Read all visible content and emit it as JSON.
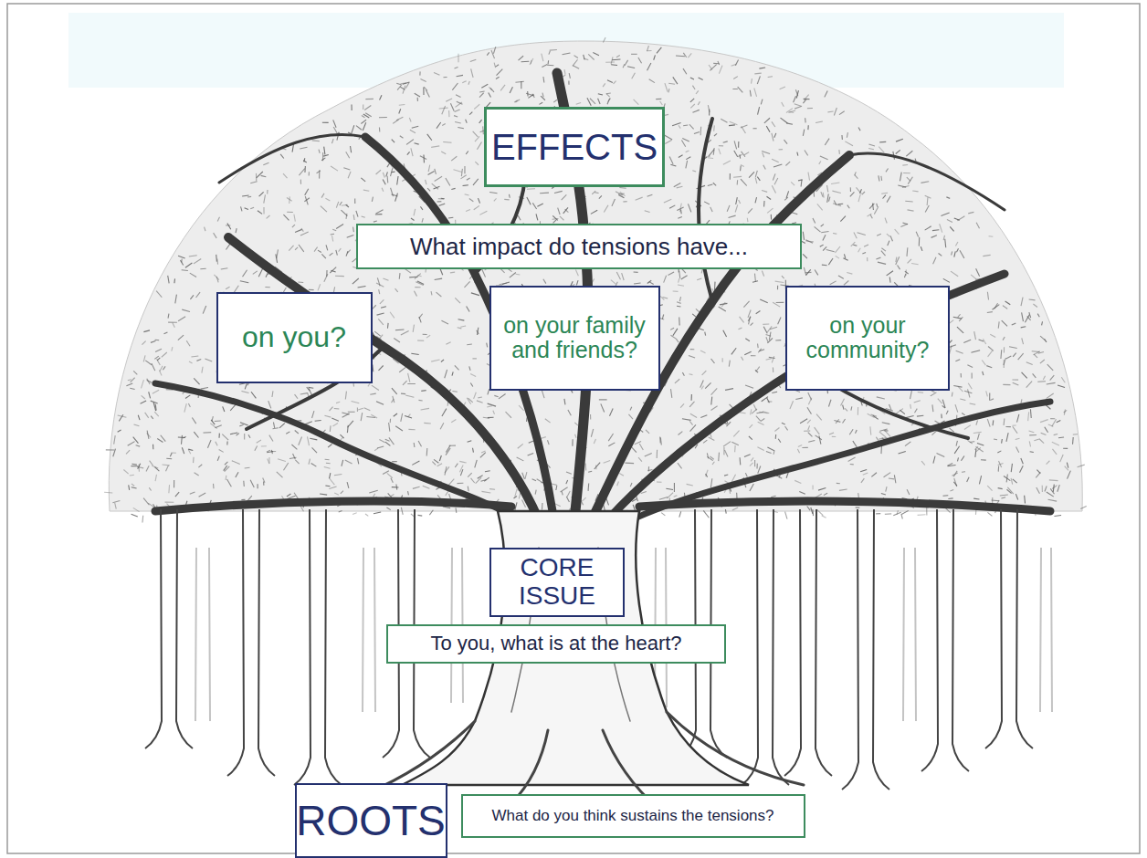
{
  "diagram": {
    "nodes": [
      {
        "text": [
          "EFFECTS"
        ]
      },
      {
        "text": [
          "What impact do tensions have..."
        ]
      },
      {
        "text": [
          "on you?"
        ]
      },
      {
        "text": [
          "on your family and friends?"
        ]
      },
      {
        "text": [
          "on your community?"
        ]
      },
      {
        "text": [
          "CORE ISSUE"
        ]
      },
      {
        "text": [
          "To you, what is at the heart?"
        ]
      },
      {
        "text": [
          "ROOTS"
        ]
      },
      {
        "text": [
          "What do you think sustains the tensions?"
        ]
      }
    ]
  }
}
